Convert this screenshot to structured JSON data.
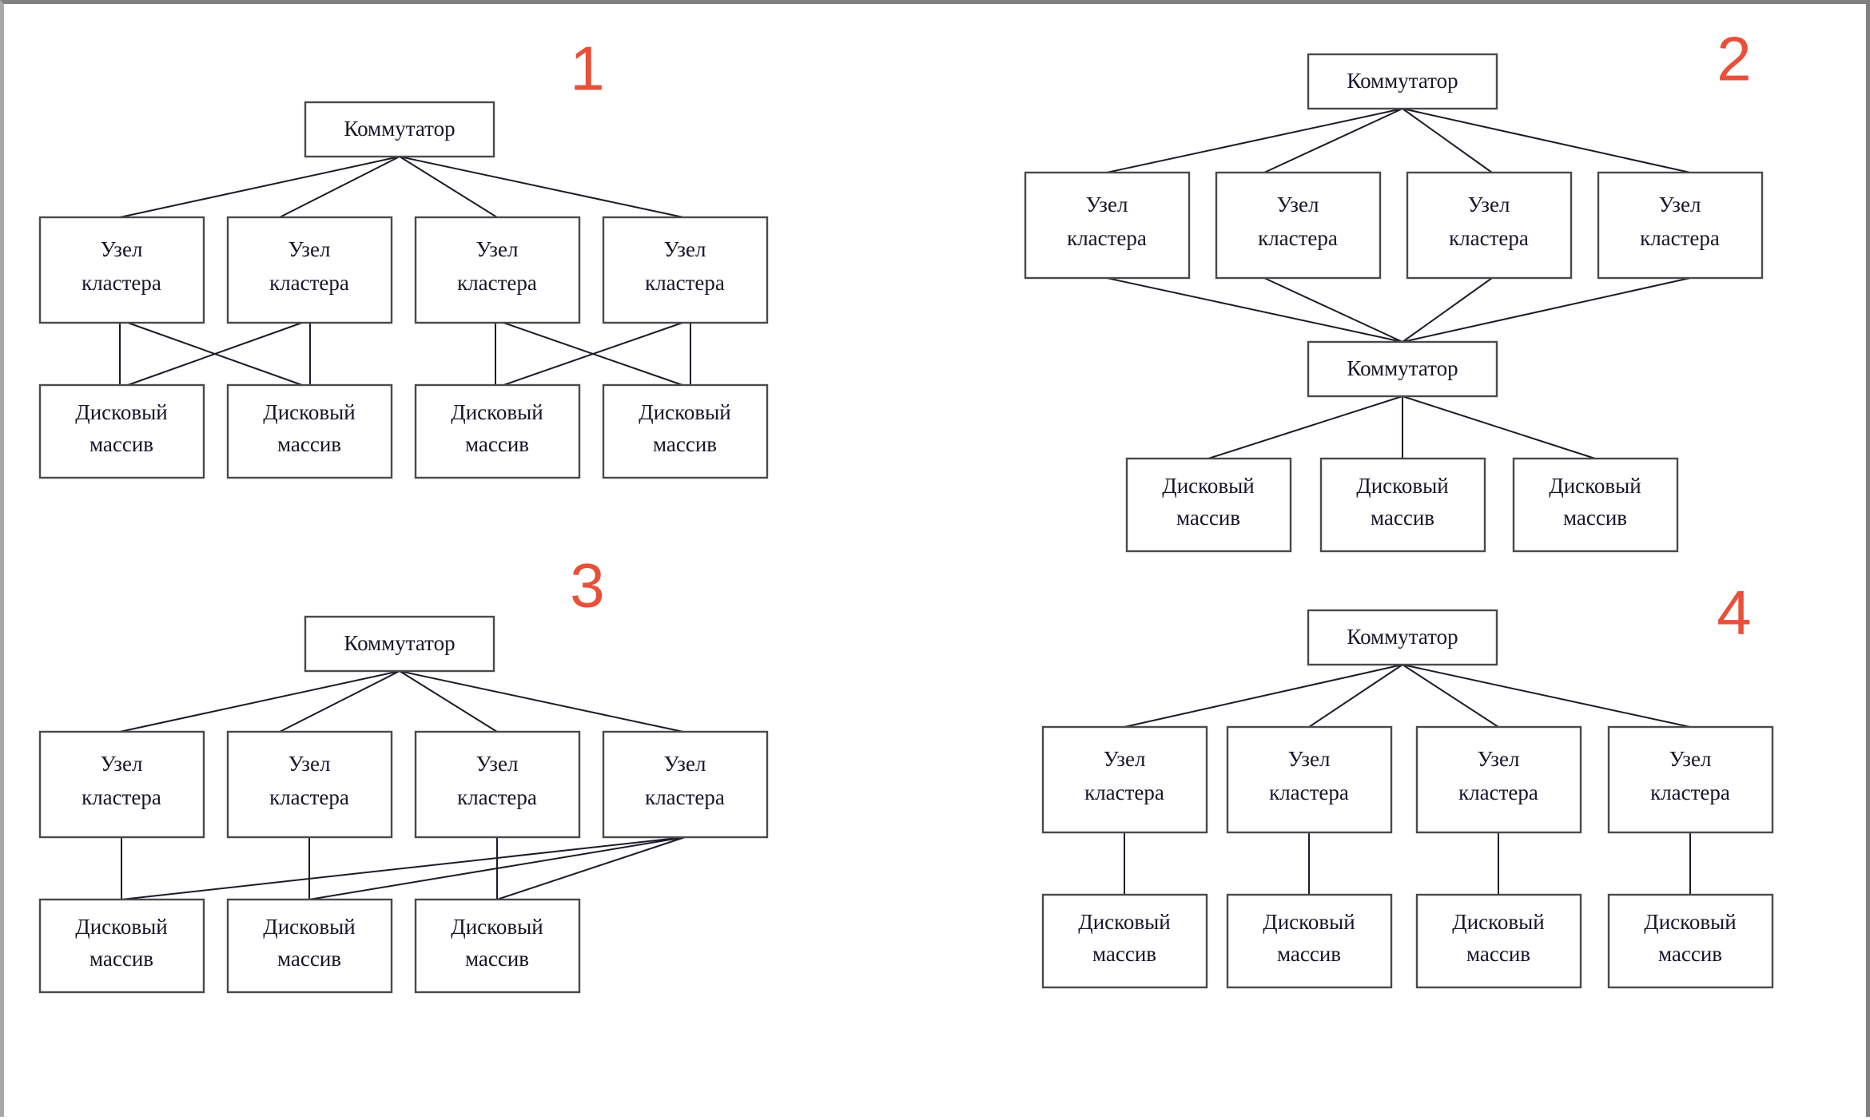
{
  "labels": {
    "switch": "Коммутатор",
    "cluster_node_line1": "Узел",
    "cluster_node_line2": "кластера",
    "disk_array_line1": "Дисковый",
    "disk_array_line2": "массив"
  },
  "colors": {
    "number_red": "#e8503a",
    "box_stroke": "#4a4a4a",
    "edge_stroke": "#1b1b2a",
    "text": "#16162a",
    "background": "#ffffff",
    "frame_grey": "#808080"
  },
  "panels": [
    {
      "number": "1",
      "description": "Switch fans out to four cluster nodes; nodes cross-connect in pairs to four disk arrays",
      "switches": [
        {
          "label": "Коммутатор"
        }
      ],
      "cluster_nodes": [
        {
          "line1": "Узел",
          "line2": "кластера"
        },
        {
          "line1": "Узел",
          "line2": "кластера"
        },
        {
          "line1": "Узел",
          "line2": "кластера"
        },
        {
          "line1": "Узел",
          "line2": "кластера"
        }
      ],
      "disk_arrays": [
        {
          "line1": "Дисковый",
          "line2": "массив"
        },
        {
          "line1": "Дисковый",
          "line2": "массив"
        },
        {
          "line1": "Дисковый",
          "line2": "массив"
        },
        {
          "line1": "Дисковый",
          "line2": "массив"
        }
      ],
      "edges": {
        "switch_to_nodes": [
          0,
          1,
          2,
          3
        ],
        "node_to_disk": [
          [
            0,
            0
          ],
          [
            0,
            1
          ],
          [
            1,
            0
          ],
          [
            1,
            1
          ],
          [
            2,
            2
          ],
          [
            2,
            3
          ],
          [
            3,
            2
          ],
          [
            3,
            3
          ]
        ]
      }
    },
    {
      "number": "2",
      "description": "Top switch to four cluster nodes, nodes converge to a second switch, which fans out to three disk arrays",
      "switches": [
        {
          "label": "Коммутатор"
        },
        {
          "label": "Коммутатор"
        }
      ],
      "cluster_nodes": [
        {
          "line1": "Узел",
          "line2": "кластера"
        },
        {
          "line1": "Узел",
          "line2": "кластера"
        },
        {
          "line1": "Узел",
          "line2": "кластера"
        },
        {
          "line1": "Узел",
          "line2": "кластера"
        }
      ],
      "disk_arrays": [
        {
          "line1": "Дисковый",
          "line2": "массив"
        },
        {
          "line1": "Дисковый",
          "line2": "массив"
        },
        {
          "line1": "Дисковый",
          "line2": "массив"
        }
      ],
      "edges": {
        "switch_to_nodes": [
          0,
          1,
          2,
          3
        ],
        "nodes_to_switch2": [
          0,
          1,
          2,
          3
        ],
        "switch2_to_disks": [
          0,
          1,
          2
        ]
      }
    },
    {
      "number": "3",
      "description": "Switch to four cluster nodes; first three nodes attach to their own disk array, the fourth node attaches to all three disk arrays",
      "switches": [
        {
          "label": "Коммутатор"
        }
      ],
      "cluster_nodes": [
        {
          "line1": "Узел",
          "line2": "кластера"
        },
        {
          "line1": "Узел",
          "line2": "кластера"
        },
        {
          "line1": "Узел",
          "line2": "кластера"
        },
        {
          "line1": "Узел",
          "line2": "кластера"
        }
      ],
      "disk_arrays": [
        {
          "line1": "Дисковый",
          "line2": "массив"
        },
        {
          "line1": "Дисковый",
          "line2": "массив"
        },
        {
          "line1": "Дисковый",
          "line2": "массив"
        }
      ],
      "edges": {
        "switch_to_nodes": [
          0,
          1,
          2,
          3
        ],
        "node_to_disk": [
          [
            0,
            0
          ],
          [
            1,
            1
          ],
          [
            2,
            2
          ],
          [
            3,
            0
          ],
          [
            3,
            1
          ],
          [
            3,
            2
          ]
        ]
      }
    },
    {
      "number": "4",
      "description": "Switch to four cluster nodes; each node has its own dedicated disk array",
      "switches": [
        {
          "label": "Коммутатор"
        }
      ],
      "cluster_nodes": [
        {
          "line1": "Узел",
          "line2": "кластера"
        },
        {
          "line1": "Узел",
          "line2": "кластера"
        },
        {
          "line1": "Узел",
          "line2": "кластера"
        },
        {
          "line1": "Узел",
          "line2": "кластера"
        }
      ],
      "disk_arrays": [
        {
          "line1": "Дисковый",
          "line2": "массив"
        },
        {
          "line1": "Дисковый",
          "line2": "массив"
        },
        {
          "line1": "Дисковый",
          "line2": "массив"
        },
        {
          "line1": "Дисковый",
          "line2": "массив"
        }
      ],
      "edges": {
        "switch_to_nodes": [
          0,
          1,
          2,
          3
        ],
        "node_to_disk": [
          [
            0,
            0
          ],
          [
            1,
            1
          ],
          [
            2,
            2
          ],
          [
            3,
            3
          ]
        ]
      }
    }
  ]
}
